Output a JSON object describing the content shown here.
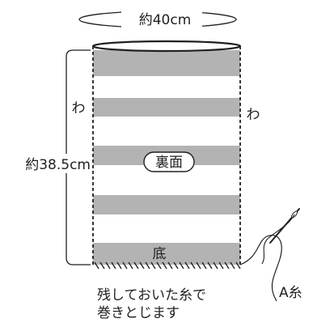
{
  "labels": {
    "circumference": "約40cm",
    "height": "約38.5cm",
    "fold_left": "わ",
    "fold_right": "わ",
    "reverse_side": "裏面",
    "bottom": "底",
    "yarn": "A糸"
  },
  "note": {
    "line1": "残しておいた糸で",
    "line2": "巻きとじます"
  },
  "colors": {
    "stripe": "#b3b3b3",
    "background": "#ffffff",
    "line": "#231f20"
  }
}
